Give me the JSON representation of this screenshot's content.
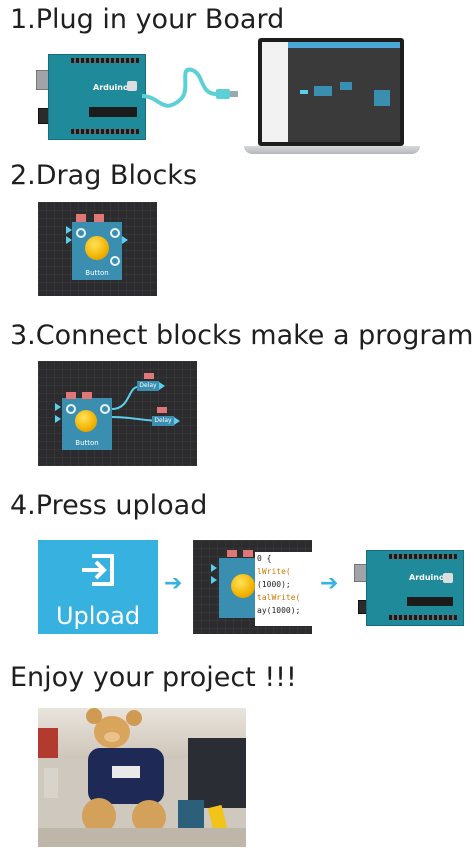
{
  "steps": {
    "step1": "1.Plug in your Board",
    "step2": "2.Drag Blocks",
    "step3": "3.Connect blocks make a program",
    "step4": "4.Press upload",
    "step5": "Enjoy your project !!!"
  },
  "labels": {
    "arduino": "Arduino",
    "button": "Button",
    "delay": "Delay",
    "upload": "Upload"
  },
  "code_lines": [
    "0 {",
    "lWrite(",
    "(1000);",
    "talWrite(",
    "ay(1000);"
  ],
  "colors": {
    "accent": "#37b2e0",
    "block": "#3a8fb0",
    "board": "#1f8a9a",
    "pin": "#e07777",
    "canvas": "#2c2c2e"
  },
  "icons": {
    "upload": "sign-in-arrow-icon",
    "arrow": "chevron-right-icon"
  }
}
